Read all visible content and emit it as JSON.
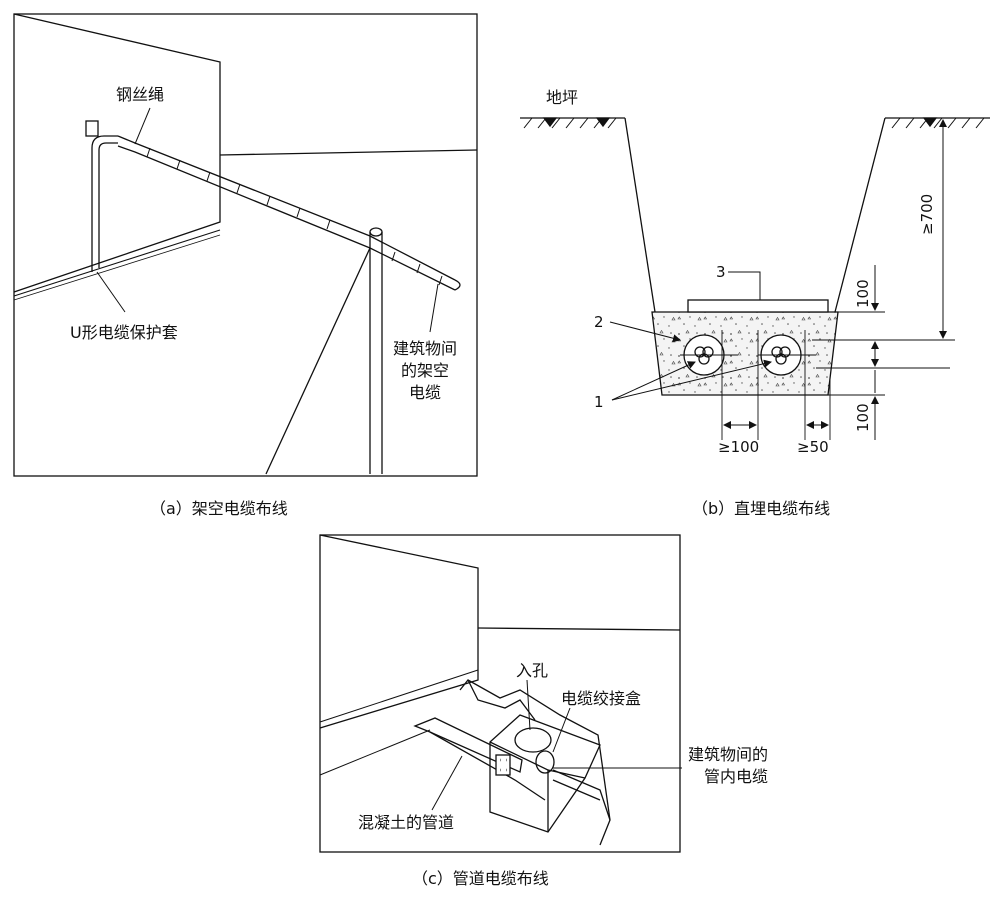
{
  "panel_a": {
    "caption": "（a）架空电缆布线",
    "label_wire": "钢丝绳",
    "label_sleeve": "U形电缆保护套",
    "label_cable_l1": "建筑物间",
    "label_cable_l2": "的架空",
    "label_cable_l3": "电缆"
  },
  "panel_b": {
    "caption": "（b）直埋电缆布线",
    "ground": "地坪",
    "depth": "≥700",
    "d_top": "100",
    "d_bottom": "100",
    "spacing_between": "≥100",
    "spacing_side": "≥50",
    "callout_1": "1",
    "callout_2": "2",
    "callout_3": "3"
  },
  "panel_c": {
    "caption": "（c）管道电缆布线",
    "label_manhole": "入孔",
    "label_splice_box": "电缆绞接盒",
    "label_cable_l1": "建筑物间的",
    "label_cable_l2": "管内电缆",
    "label_duct": "混凝土的管道"
  }
}
